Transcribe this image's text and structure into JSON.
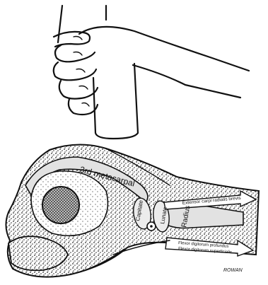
{
  "labels": {
    "metacarpal": "3rd metacarpal",
    "capitate": "Capitate",
    "lunate": "Lunate",
    "radius": "Radius",
    "extensor": "Extensor carpi radialis brevis",
    "flexor_profundus": "Flexor digitorum profundus",
    "flexor_superficialis": "Flexor digitorum superficialis",
    "signature": "ROWAN"
  },
  "colors": {
    "ink": "#111111",
    "stipple": "#2b2b2b",
    "paper": "#ffffff",
    "bone": "#d6d6d6"
  }
}
